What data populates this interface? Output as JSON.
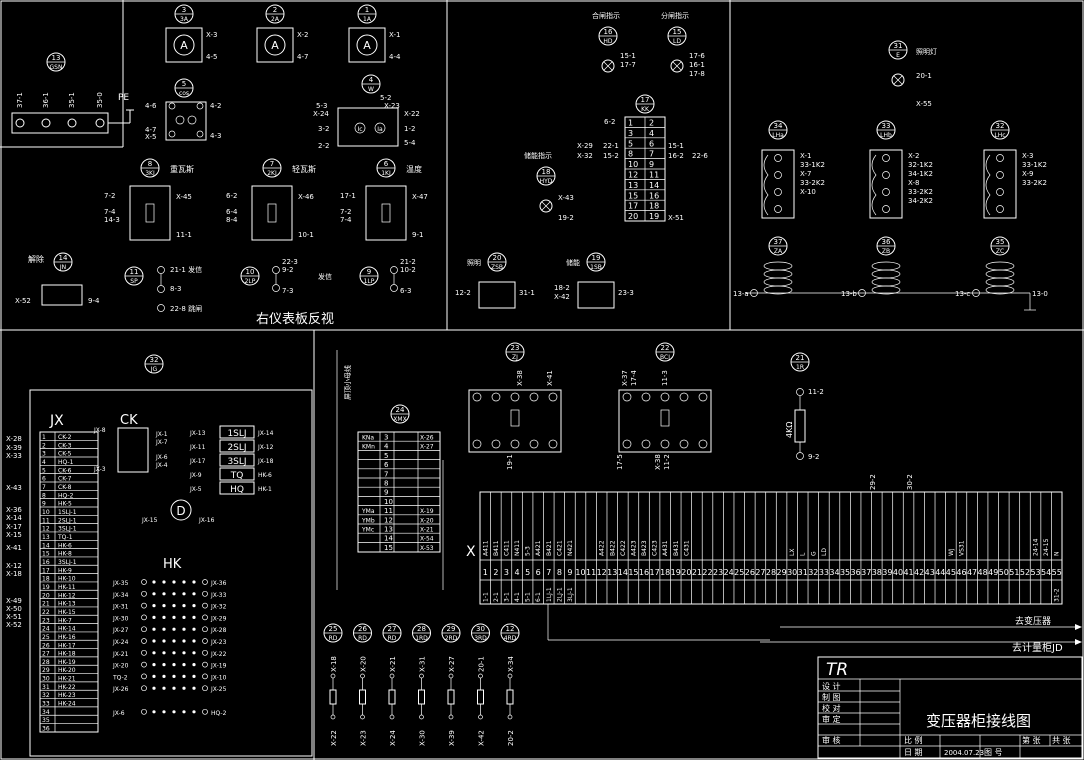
{
  "title_block": {
    "logo": "TR",
    "row_labels": [
      "设  计",
      "制  图",
      "校  对",
      "审  定",
      "审  核"
    ],
    "drawing_title": "变压器柜接线图",
    "scale_label": "比  例",
    "date_label": "日  期",
    "date_value": "2004.07.23",
    "drawing_no_label": "图  号",
    "sheet_label": "第    张",
    "total_label": "共    张"
  },
  "sections": {
    "right_panel_back_view": "右仪表板反视",
    "to_transformer": "去变压器",
    "to_meter_cabinet": "去计量柜JD",
    "screen_bus_label": "屏顶小母线"
  },
  "meters": [
    {
      "num": "3",
      "code": "3A",
      "glyph": "A",
      "t1": "X-3",
      "t2": "4-5"
    },
    {
      "num": "2",
      "code": "2A",
      "glyph": "A",
      "t1": "X-2",
      "t2": "4-7"
    },
    {
      "num": "1",
      "code": "1A",
      "glyph": "A",
      "t1": "X-1",
      "t2": "4-4"
    }
  ],
  "relays": [
    {
      "num": "8",
      "code": "3KJ",
      "name": "重瓦斯",
      "l1": "7-2",
      "l2": "7-4",
      "l3": "14-3",
      "r1": "X-45",
      "r2": "11-1"
    },
    {
      "num": "7",
      "code": "2KJ",
      "name": "轻瓦斯",
      "l1": "6-2",
      "l2": "6-4",
      "l3": "8-4",
      "r1": "X-46",
      "r2": "10-1"
    },
    {
      "num": "6",
      "code": "1KJ",
      "name": "温度",
      "l1": "17-1",
      "l2": "7-2",
      "l3": "7-4",
      "r1": "X-47",
      "r2": "9-1"
    }
  ],
  "misc_labels": {
    "gsn": "13\nGSN",
    "cos": "5\ncos",
    "w": "4\nW",
    "pe": "PE",
    "cos_pins": [
      "4-6",
      "4-2",
      "4-7",
      "X-5",
      "4-3"
    ],
    "w_pins": [
      "5-3",
      "X-24",
      "3-2",
      "2-2",
      "X-23",
      "5-2",
      "X-22",
      "1-2",
      "5-4"
    ],
    "gsn_pins": [
      "37-1",
      "36-1",
      "35-1",
      "35-0"
    ],
    "jn": "解除",
    "jn_pins": [
      "X-52",
      "9-4"
    ],
    "sp": "21-1 发信",
    "sp_pins": [
      "8-3",
      "22-8 跳闸"
    ],
    "lp2": [
      "22-3",
      "9-2",
      "7-3"
    ],
    "lp1": [
      "21-2",
      "10-2",
      "6-3"
    ],
    "fx": "发信"
  },
  "lamps": [
    {
      "num": "16",
      "code": "HD",
      "label": "合闸指示",
      "pins": [
        "15-1",
        "17-7"
      ]
    },
    {
      "num": "15",
      "code": "LD",
      "label": "分闸指示",
      "pins": [
        "17-6",
        "16-1",
        "17-8"
      ]
    },
    {
      "num": "31",
      "code": "E",
      "label": "照明灯",
      "pins": [
        "20-1",
        "X-55"
      ]
    },
    {
      "num": "18",
      "code": "HYD",
      "label": "储能指示",
      "pins": [
        "X-43",
        "19-2"
      ]
    }
  ],
  "kk": {
    "num": "17",
    "code": "KK",
    "left": [
      "6-2",
      "X-29",
      "X-32",
      "22-1",
      "15-2"
    ],
    "right": [
      "15-1",
      "16-2",
      "22-6",
      "X-51"
    ],
    "nums_left": [
      "1",
      "3",
      "5",
      "8",
      "10",
      "12",
      "13",
      "15",
      "17",
      "20"
    ],
    "nums_right": [
      "2",
      "4",
      "6",
      "7",
      "9",
      "11",
      "14",
      "16",
      "18",
      "19"
    ]
  },
  "switches": [
    {
      "num": "20",
      "code": "ZSB",
      "label": "照明",
      "pins": [
        "12-2",
        "31-1"
      ]
    },
    {
      "num": "19",
      "code": "1SB",
      "label": "储能",
      "pins": [
        "18-2",
        "X-42",
        "23-3"
      ]
    }
  ],
  "cts": [
    {
      "num": "34",
      "code": "LH",
      "pins": [
        "X-1",
        "33-1K2",
        "X-7",
        "33-2K2",
        "X-10"
      ]
    },
    {
      "num": "33",
      "code": "LH",
      "pins": [
        "X-2",
        "32-1K2",
        "34-1K2",
        "X-8",
        "33-2K2",
        "34-2K2"
      ]
    },
    {
      "num": "32",
      "code": "LH",
      "pins": [
        "X-3",
        "33-1K2",
        "X-9",
        "33-2K2"
      ]
    }
  ],
  "fuses": [
    {
      "num": "37",
      "code": "ZA",
      "pin": "13-a"
    },
    {
      "num": "36",
      "code": "ZB",
      "pin": "13-b"
    },
    {
      "num": "35",
      "code": "ZC",
      "pin": "13-c",
      "pin2": "13-0"
    }
  ],
  "jx_block": {
    "num": "32",
    "code": "JG",
    "jx": "JX",
    "ck": "CK",
    "hk": "HK",
    "d": "D",
    "rows": [
      "CK-2",
      "CK-3",
      "CK-5",
      "HQ-1",
      "CK-6",
      "CK-7",
      "CK-8",
      "HQ-2",
      "HK-5",
      "1SLJ-1",
      "2SLJ-1",
      "3SLJ-1",
      "TQ-1",
      "HK-6",
      "HK-8",
      "3SLJ-1",
      "HK-9",
      "HK-10",
      "HK-11",
      "HK-12",
      "HK-13",
      "HK-15",
      "HK-7",
      "HK-14",
      "HK-16",
      "HK-17",
      "HK-18",
      "HK-19",
      "HK-20",
      "HK-21",
      "HK-22",
      "HK-23",
      "HK-24",
      "",
      "",
      ""
    ],
    "left_pins": [
      "X-28",
      "X-39",
      "X-33",
      "X-43",
      "X-36",
      "X-14",
      "X-17",
      "X-15",
      "X-41",
      "X-12",
      "X-18",
      "X-49",
      "X-50",
      "X-51",
      "X-52"
    ],
    "ck_pins": [
      "JX-8",
      "JX-3",
      "JX-1",
      "JX-7",
      "JX-6",
      "JX-4"
    ],
    "slj": [
      "1SLJ",
      "2SLJ",
      "3SLJ",
      "TQ",
      "HQ"
    ],
    "slj_l": [
      "JX-13",
      "JX-11",
      "JX-17",
      "JX-9",
      "JX-5"
    ],
    "slj_r": [
      "JX-14",
      "JX-12",
      "JX-18",
      "HK-6",
      "HK-1"
    ],
    "d_pins": [
      "JX-15",
      "JX-16"
    ],
    "hk_l": [
      "JX-35",
      "JX-34",
      "JX-31",
      "JX-30",
      "JX-27",
      "JX-24",
      "JX-21",
      "JX-20",
      "TQ-2",
      "JX-26",
      "",
      "JX-6"
    ],
    "hk_r": [
      "JX-36",
      "JX-33",
      "JX-32",
      "JX-29",
      "JX-28",
      "JX-23",
      "JX-22",
      "JX-19",
      "JX-10",
      "JX-25",
      "",
      "HQ-2"
    ]
  },
  "bus": {
    "num": "24",
    "code": "XMX",
    "rows": [
      {
        "l": "KNa",
        "n": "3",
        "r": "X-26"
      },
      {
        "l": "KMn",
        "n": "4",
        "r": "X-27"
      },
      {
        "l": "",
        "n": "5",
        "r": ""
      },
      {
        "l": "",
        "n": "6",
        "r": ""
      },
      {
        "l": "",
        "n": "7",
        "r": ""
      },
      {
        "l": "",
        "n": "8",
        "r": ""
      },
      {
        "l": "",
        "n": "9",
        "r": ""
      },
      {
        "l": "",
        "n": "10",
        "r": ""
      },
      {
        "l": "YMa",
        "n": "11",
        "r": "X-19"
      },
      {
        "l": "YMb",
        "n": "12",
        "r": "X-20"
      },
      {
        "l": "YMc",
        "n": "13",
        "r": "X-21"
      },
      {
        "l": "",
        "n": "14",
        "r": "X-54"
      },
      {
        "l": "",
        "n": "15",
        "r": "X-53"
      }
    ]
  },
  "top_relays": [
    {
      "num": "23",
      "code": "ZJ",
      "pins": [
        "X-38",
        "X-41",
        "19-1"
      ]
    },
    {
      "num": "22",
      "code": "BCJ",
      "pins": [
        "X-37",
        "17-4",
        "11-3",
        "17-5",
        "X-38",
        "11-2"
      ]
    }
  ],
  "resistor": {
    "num": "21",
    "code": "1R",
    "value": "4KΩ",
    "pins": [
      "11-2",
      "9-2"
    ]
  },
  "terminals": {
    "letter": "X",
    "nums": [
      "1",
      "2",
      "3",
      "4",
      "5",
      "6",
      "7",
      "8",
      "9",
      "10",
      "11",
      "12",
      "13",
      "14",
      "15",
      "16",
      "17",
      "18",
      "19",
      "20",
      "21",
      "22",
      "23",
      "24",
      "25",
      "26",
      "27",
      "28",
      "29",
      "30",
      "31",
      "32",
      "33",
      "34",
      "35",
      "36",
      "37",
      "38",
      "39",
      "40",
      "41",
      "42",
      "43",
      "44",
      "45",
      "46",
      "47",
      "48",
      "49",
      "50",
      "51",
      "52",
      "53",
      "54",
      "55"
    ],
    "top": [
      "A411",
      "B411",
      "C411",
      "N411",
      "5-3",
      "A421",
      "B421",
      "C421",
      "N421",
      "",
      "",
      "A422",
      "B422",
      "C422",
      "A423",
      "B423",
      "C423",
      "A431",
      "B431",
      "C431",
      "",
      "",
      "",
      "",
      "",
      "",
      "",
      "",
      "",
      "LX",
      "L",
      "G",
      "LD",
      "",
      "",
      "",
      "",
      "",
      "",
      "",
      "",
      "",
      "",
      "",
      "WJ",
      "VS31",
      "",
      "",
      "",
      "",
      "",
      "",
      "24-14",
      "24-15",
      "N"
    ],
    "bottom": [
      "1-1",
      "2-1",
      "3-1",
      "4-1",
      "5-1",
      "6-1",
      "1LJ-1",
      "2LJ-1",
      "3LJ-1",
      "",
      "",
      "",
      "",
      "",
      "",
      "",
      "",
      "",
      "",
      "",
      "",
      "",
      "",
      "",
      "",
      "",
      "",
      "",
      "",
      "",
      "",
      "",
      "",
      "",
      "",
      "",
      "",
      "",
      "",
      "",
      "",
      "",
      "",
      "",
      "",
      "",
      "",
      "",
      "",
      "",
      "",
      "",
      "",
      "",
      "31-2"
    ]
  },
  "bottom_lamps": [
    {
      "num": "25",
      "code": "RD",
      "top": "X-18",
      "bot": "X-22"
    },
    {
      "num": "26",
      "code": "RD",
      "top": "X-20",
      "bot": "X-23"
    },
    {
      "num": "27",
      "code": "RD",
      "top": "X-21",
      "bot": "X-24"
    },
    {
      "num": "28",
      "code": "1RD",
      "top": "X-31",
      "bot": "X-30"
    },
    {
      "num": "29",
      "code": "2RD",
      "top": "X-27",
      "bot": "X-39"
    },
    {
      "num": "30",
      "code": "3RD",
      "top": "20-1",
      "bot": "X-42"
    },
    {
      "num": "12",
      "code": "4RD",
      "top": "X-34",
      "bot": "20-2"
    }
  ],
  "upper_labels": [
    "29-2",
    "30-2"
  ]
}
